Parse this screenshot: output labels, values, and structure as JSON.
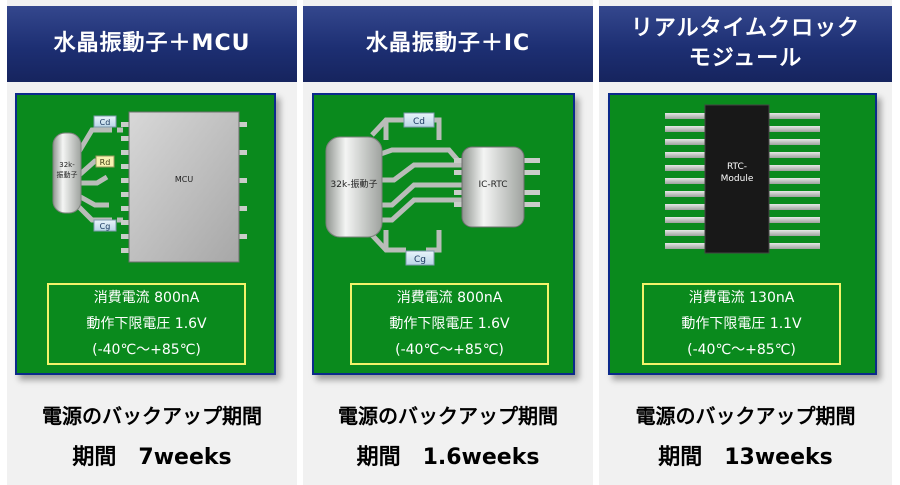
{
  "columns": [
    {
      "header": "水晶振動子＋MCU",
      "spec": {
        "current": "消費電流  800nA",
        "voltage": "動作下限電圧  1.6V",
        "temp": "(-40℃～+85℃)"
      },
      "diagram": {
        "osc_label": "32k-\n振動子",
        "cd_label": "Cd",
        "rd_label": "Rd",
        "cg_label": "Cg",
        "chip_label": "MCU"
      },
      "backup_title": "電源のバックアップ期間",
      "backup_period": "期間　7weeks"
    },
    {
      "header": "水晶振動子＋IC",
      "spec": {
        "current": "消費電流  800nA",
        "voltage": "動作下限電圧  1.6V",
        "temp": "(-40℃～+85℃)"
      },
      "diagram": {
        "osc_label": "32k-振動子",
        "cd_label": "Cd",
        "cg_label": "Cg",
        "chip_label": "IC-RTC"
      },
      "backup_title": "電源のバックアップ期間",
      "backup_period": "期間　1.6weeks"
    },
    {
      "header": "リアルタイムクロック\nモジュール",
      "spec": {
        "current": "消費電流  130nA",
        "voltage": "動作下限電圧  1.1V",
        "temp": "(-40℃～+85℃)"
      },
      "diagram": {
        "chip_label_line1": "RTC-",
        "chip_label_line2": "Module"
      },
      "backup_title": "電源のバックアップ期間",
      "backup_period": "期間　13weeks"
    }
  ],
  "colors": {
    "header": "#1d2f73",
    "board": "#0a8a1d",
    "spec_border": "#f3f36a",
    "trace": "#b9bdb9"
  }
}
